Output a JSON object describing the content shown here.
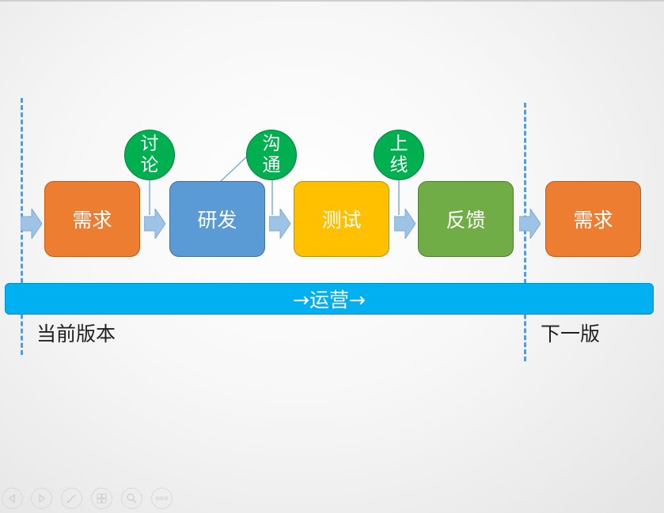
{
  "stages": [
    {
      "label": "需求",
      "color": "#ed7d31"
    },
    {
      "label": "研发",
      "color": "#5b9bd5"
    },
    {
      "label": "测试",
      "color": "#ffc000"
    },
    {
      "label": "反馈",
      "color": "#70ad47"
    },
    {
      "label": "需求",
      "color": "#ed7d31"
    }
  ],
  "bubbles": [
    {
      "line1": "讨",
      "line2": "论"
    },
    {
      "line1": "沟",
      "line2": "通"
    },
    {
      "line1": "上",
      "line2": "线"
    }
  ],
  "operations_bar": "→运营→",
  "labels": {
    "current_version": "当前版本",
    "next_version": "下一版"
  },
  "colors": {
    "accent_blue": "#5b9bd5",
    "bar_blue": "#00b0f0",
    "bubble_green": "#00b050"
  },
  "slide_controls": [
    "previous-icon",
    "next-icon",
    "pen-icon",
    "slides-grid-icon",
    "zoom-icon",
    "more-icon"
  ]
}
